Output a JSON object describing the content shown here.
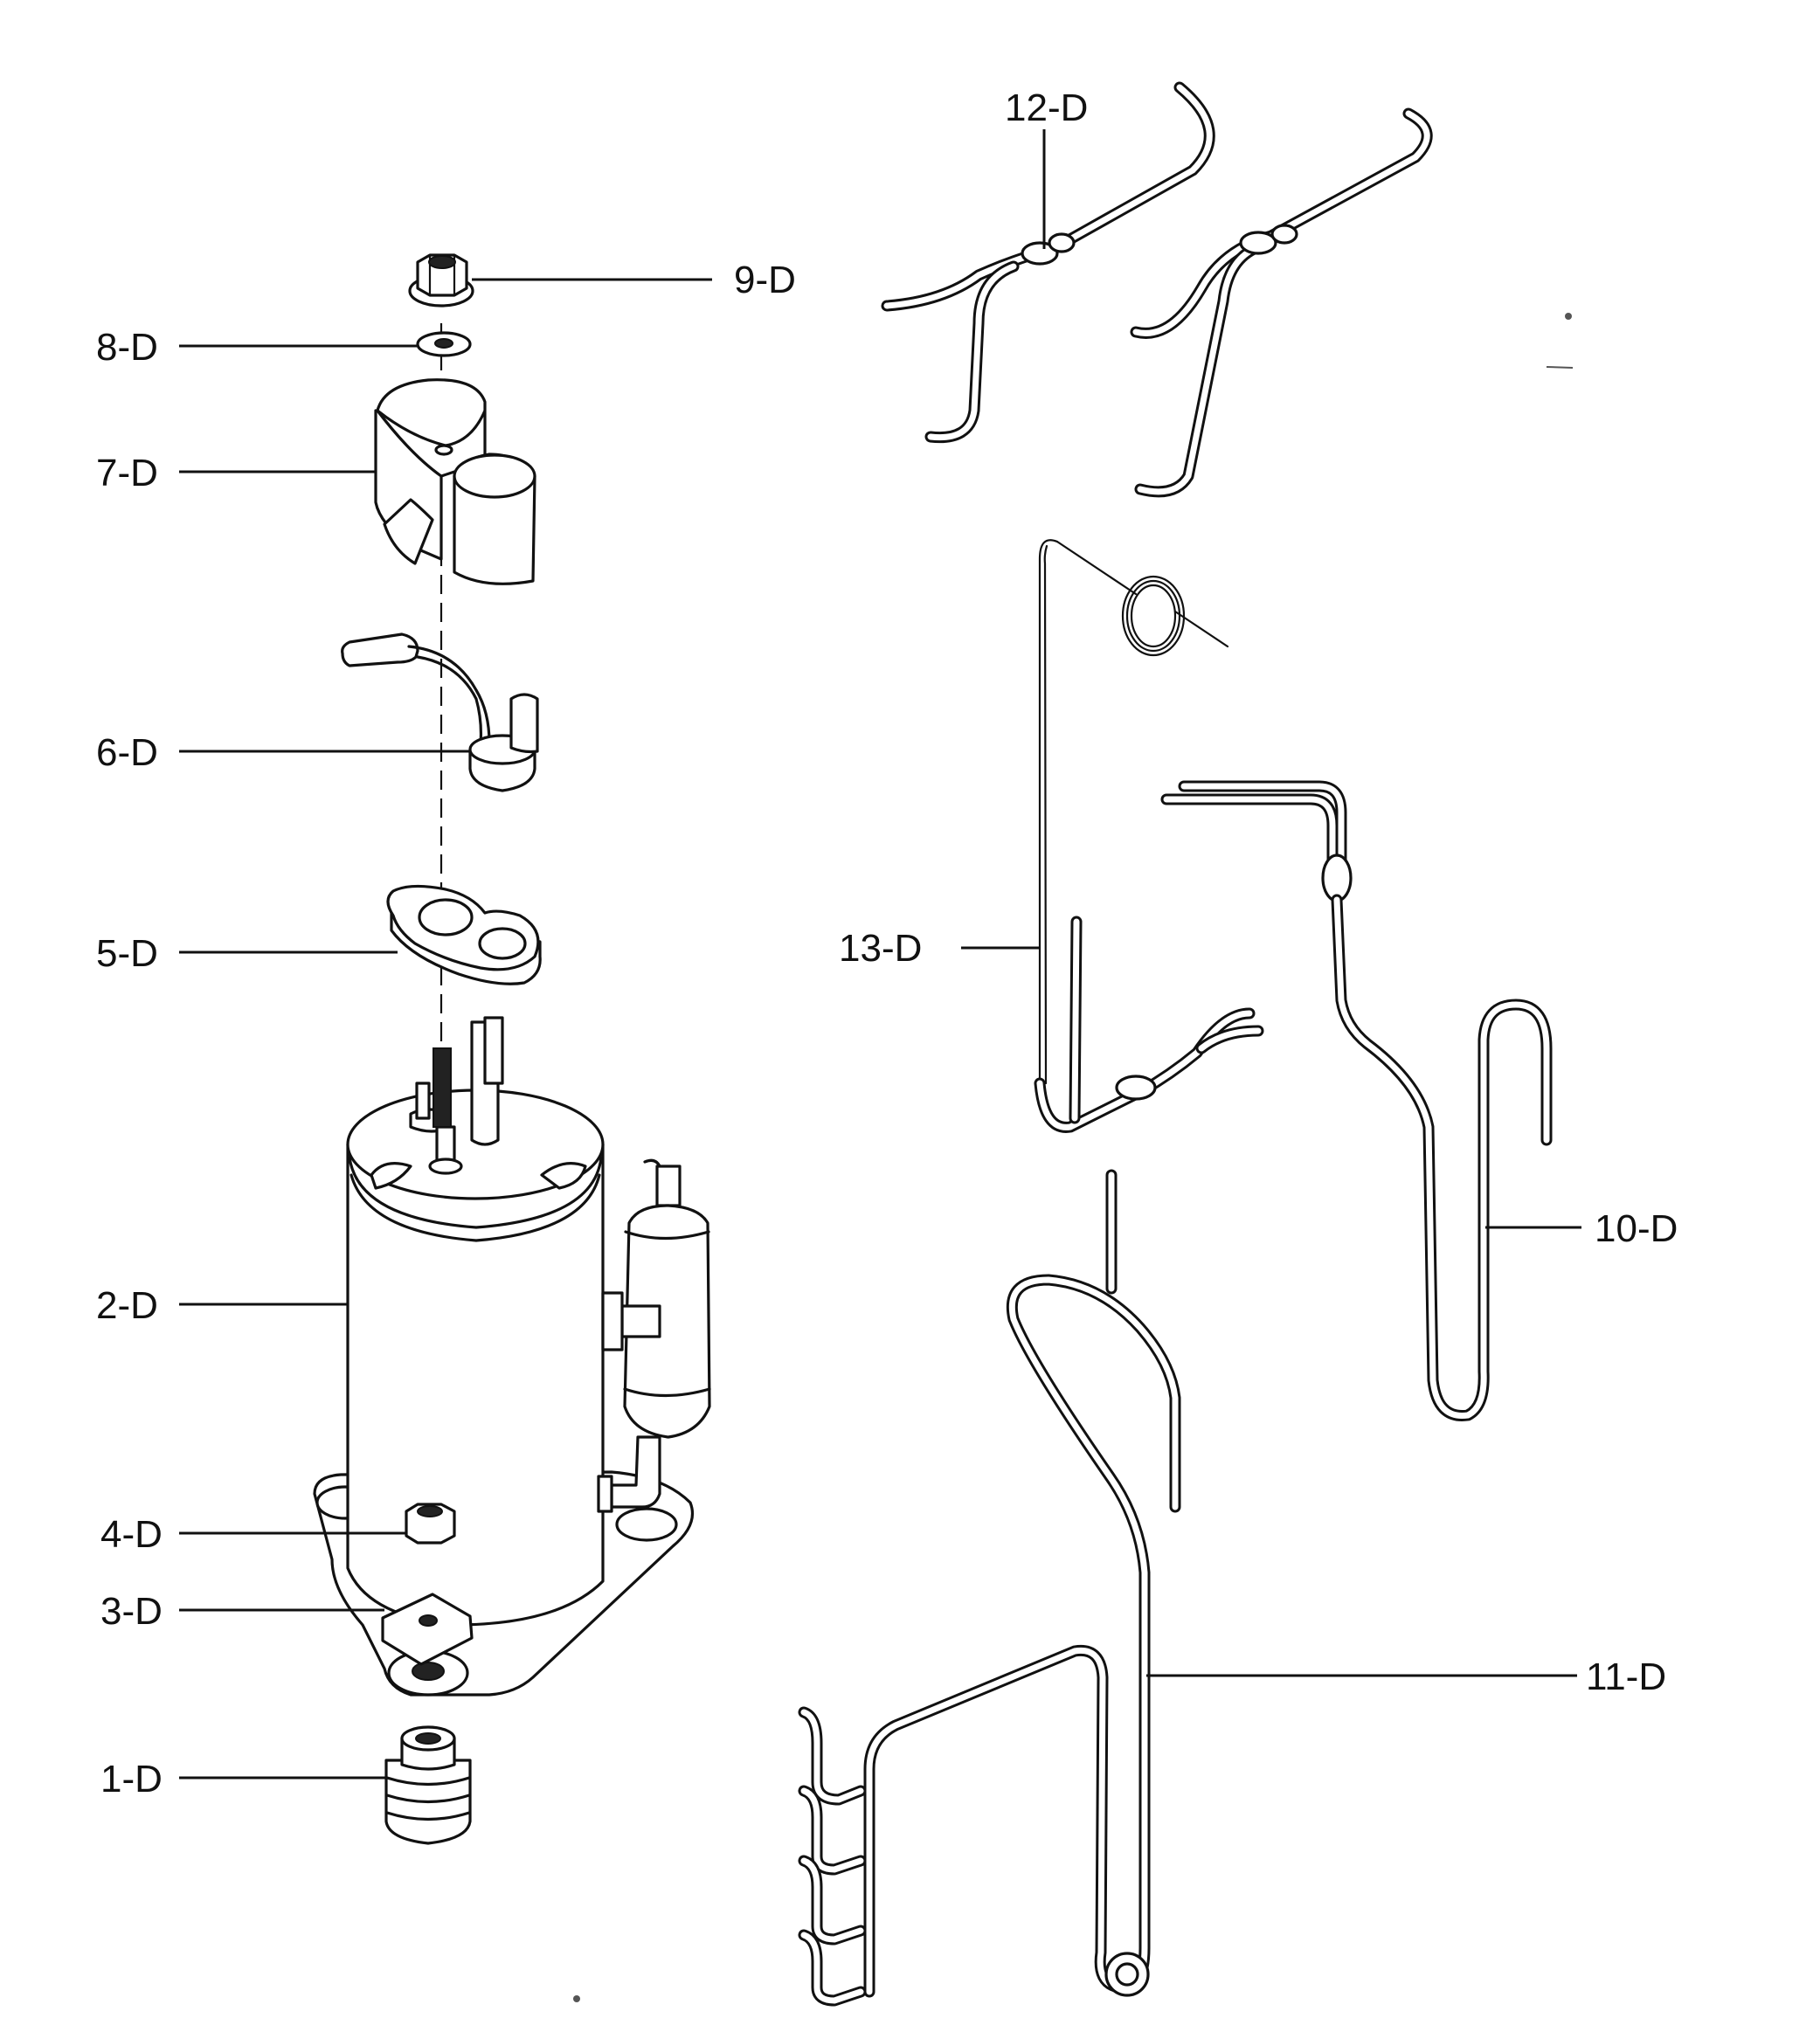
{
  "callouts": [
    {
      "id": "1-D"
    },
    {
      "id": "2-D"
    },
    {
      "id": "3-D"
    },
    {
      "id": "4-D"
    },
    {
      "id": "5-D"
    },
    {
      "id": "6-D"
    },
    {
      "id": "7-D"
    },
    {
      "id": "8-D"
    },
    {
      "id": "9-D"
    },
    {
      "id": "10-D"
    },
    {
      "id": "11-D"
    },
    {
      "id": "12-D"
    },
    {
      "id": "13-D"
    }
  ]
}
